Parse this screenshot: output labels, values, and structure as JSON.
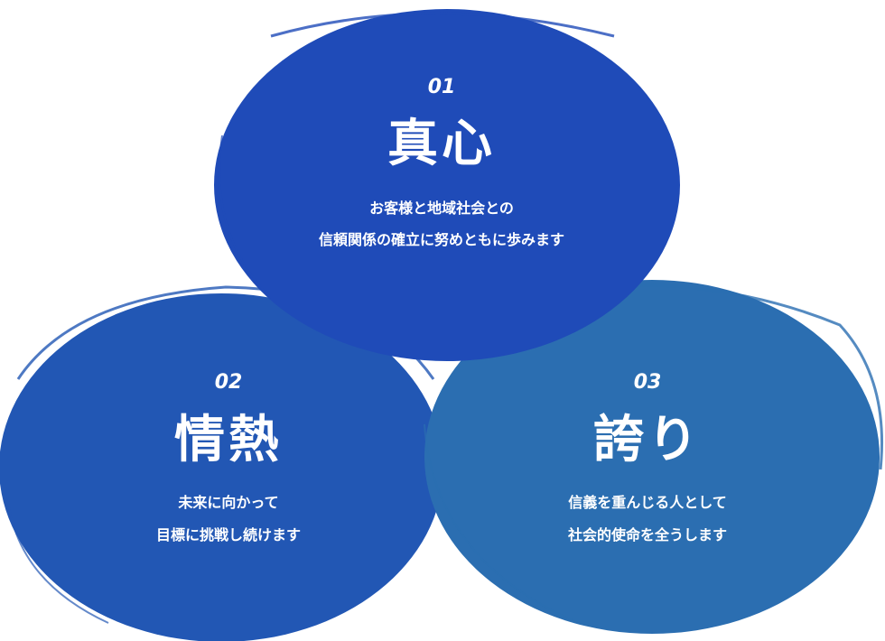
{
  "values": [
    {
      "number": "01",
      "title": "真心",
      "lines": [
        "お客様と地域社会との",
        "信頼関係の確立に努めともに歩みます"
      ],
      "color": "#1f4bb8"
    },
    {
      "number": "02",
      "title": "情熱",
      "lines": [
        "未来に向かって",
        "目標に挑戦し続けます"
      ],
      "color": "#2257b4"
    },
    {
      "number": "03",
      "title": "誇り",
      "lines": [
        "信義を重んじる人として",
        "社会的使命を全うします"
      ],
      "color": "#2b6eb1"
    }
  ]
}
